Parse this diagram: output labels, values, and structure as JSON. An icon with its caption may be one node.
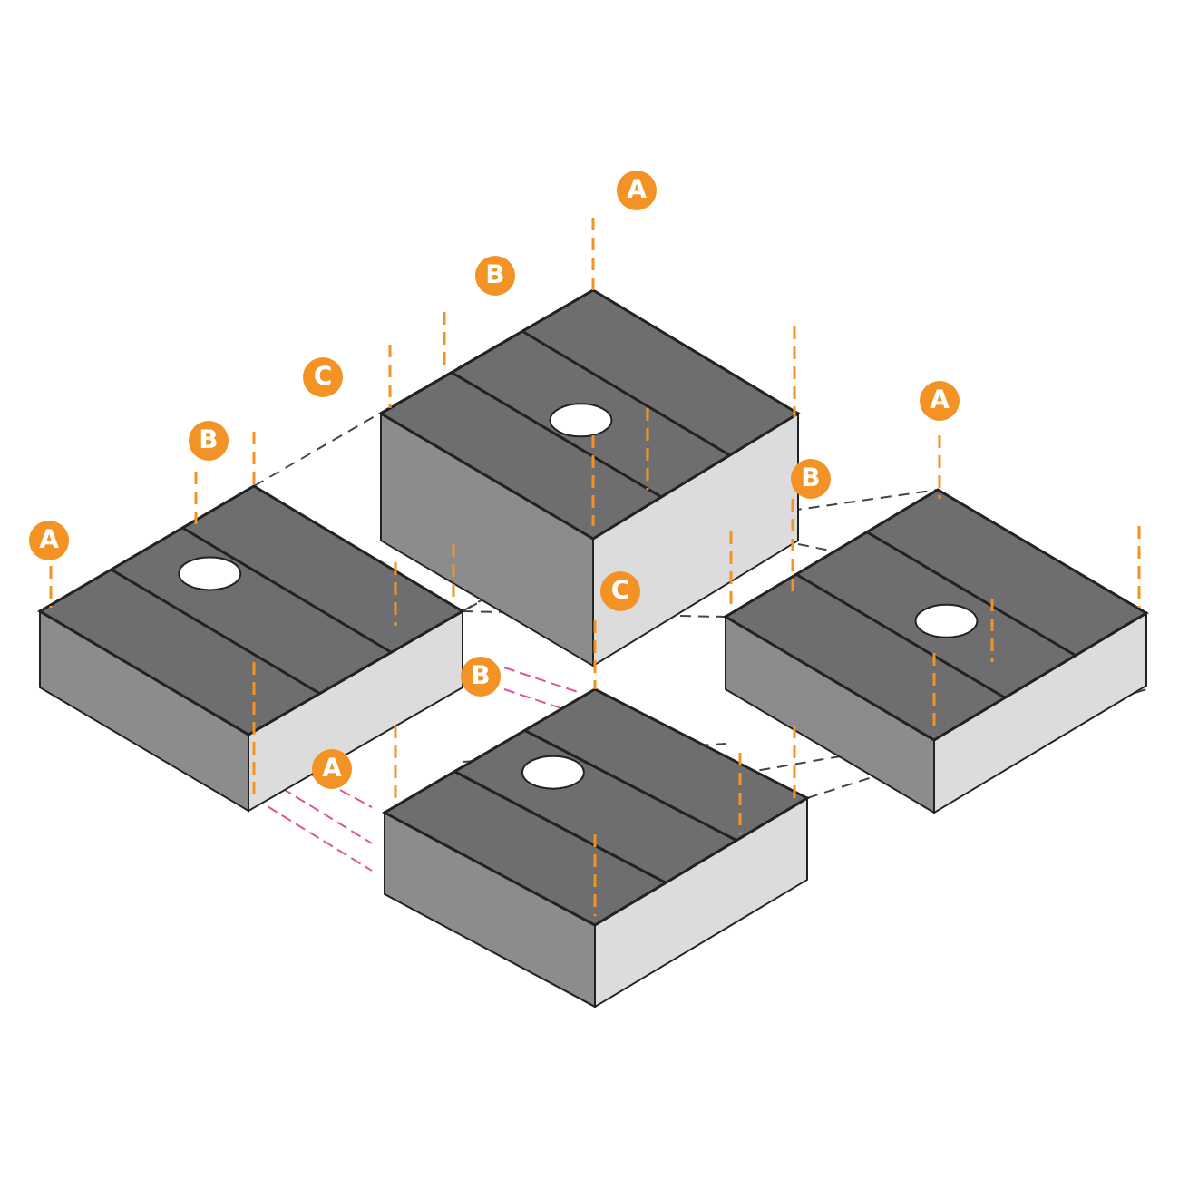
{
  "diagram": {
    "labels": [
      "A",
      "B",
      "C",
      "A",
      "B",
      "B",
      "A",
      "C",
      "B",
      "A"
    ]
  }
}
